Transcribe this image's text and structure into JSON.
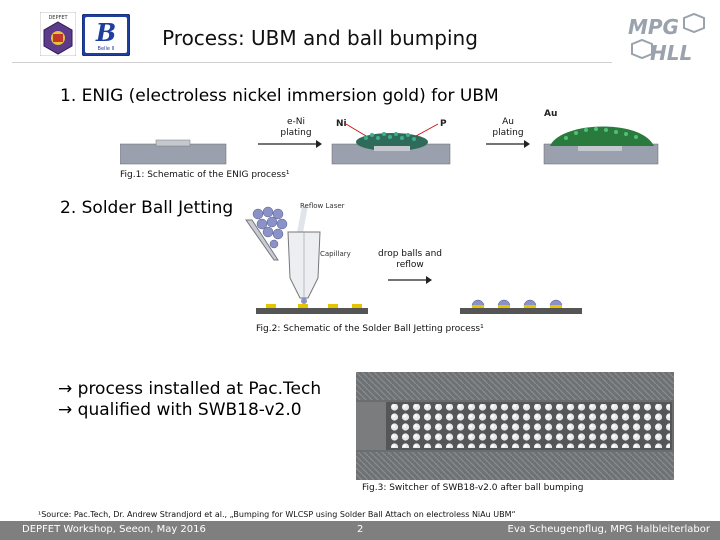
{
  "title": "Process: UBM and ball bumping",
  "section1": "1. ENIG (electroless nickel immersion gold) for UBM",
  "section2": "2. Solder Ball Jetting",
  "fig1": {
    "enil_label": "e-Ni plating",
    "au_label": "Au plating",
    "ni_text": "Ni",
    "p_text": "P",
    "au_text": "Au",
    "caption": "Fig.1: Schematic of the ENIG process¹"
  },
  "fig2": {
    "reflow_text": "Reflow Laser",
    "capillary_text": "Capillary",
    "drop_label": "drop balls and reflow",
    "caption": "Fig.2: Schematic of the Solder Ball Jetting process¹"
  },
  "bullets": [
    "→ process installed at Pac.Tech",
    "→ qualified with SWB18-v2.0"
  ],
  "fig3": {
    "caption": "Fig.3: Switcher of SWB18-v2.0 after ball bumping"
  },
  "source_note": "¹Source: Pac.Tech, Dr. Andrew Strandjord et al., „Bumping for WLCSP using Solder Ball Attach on electroless NiAu UBM“",
  "footer": {
    "left": "DEPFET Workshop, Seeon, May 2016",
    "page": "2",
    "right": "Eva Scheugenpflug, MPG Halbleiterlabor"
  },
  "logos": {
    "depfet": "DEPFET",
    "belle": "B",
    "belle_sub": "Belle II",
    "mpg": "MPG",
    "hll": "HLL"
  }
}
